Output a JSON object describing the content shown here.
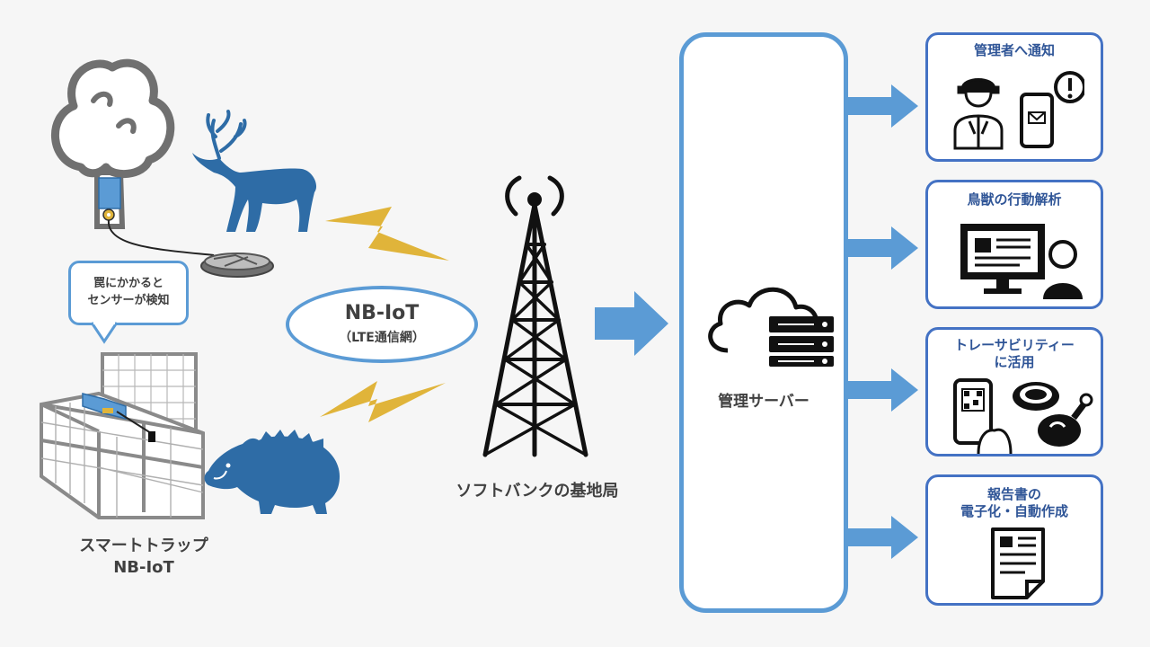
{
  "trap": {
    "callout_line1": "罠にかかると",
    "callout_line2": "センサーが検知",
    "caption_line1": "スマートトラップ",
    "caption_line2": "NB-IoT"
  },
  "network": {
    "title": "NB-IoT",
    "subtitle": "（LTE通信網）"
  },
  "tower": {
    "caption": "ソフトバンクの基地局"
  },
  "server": {
    "caption": "管理サーバー"
  },
  "outputs": [
    {
      "line1": "管理者へ通知",
      "line2": ""
    },
    {
      "line1": "鳥獣の行動解析",
      "line2": ""
    },
    {
      "line1": "トレーサビリティー",
      "line2": "に活用"
    },
    {
      "line1": "報告書の",
      "line2": "電子化・自動作成"
    }
  ],
  "colors": {
    "accent_blue": "#5b9bd5",
    "animal_blue": "#2e6ca6",
    "lightning": "#e0b43a",
    "dark_gray": "#404040",
    "box_border": "#4472c4"
  },
  "icons": [
    "tree-icon",
    "deer-icon",
    "boar-icon",
    "cage-trap-icon",
    "sensor-icon",
    "lightning-icon",
    "tower-icon",
    "cloud-server-icon",
    "admin-person-icon",
    "phone-mail-icon",
    "monitor-icon",
    "user-icon",
    "qr-phone-icon",
    "meat-icon",
    "document-icon"
  ]
}
